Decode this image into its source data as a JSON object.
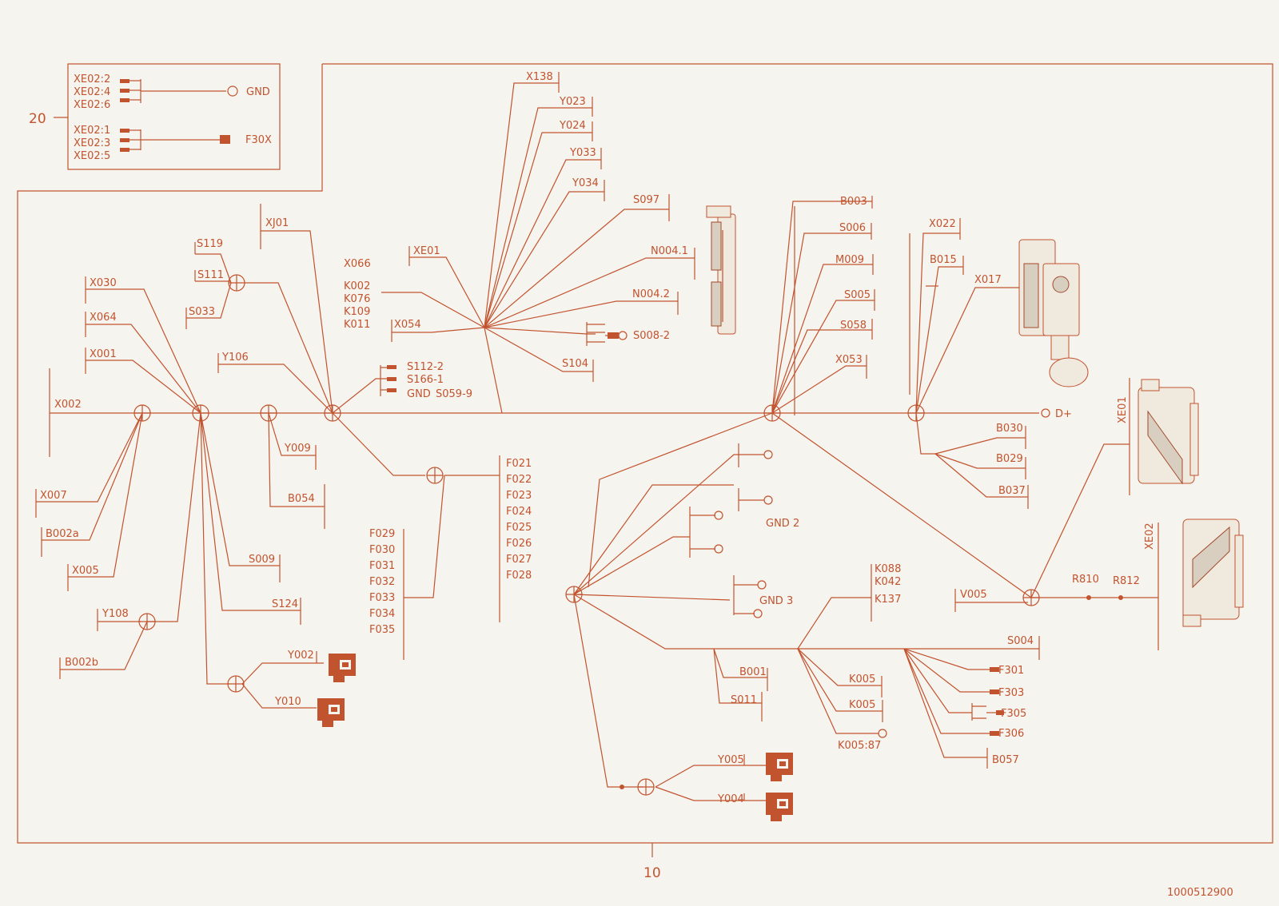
{
  "callouts": {
    "inset": "20",
    "main": "10"
  },
  "doc_number": "1000512900",
  "inset": {
    "pins_a": [
      "XE02:2",
      "XE02:4",
      "XE02:6"
    ],
    "gnd": "GND",
    "pins_b": [
      "XE02:1",
      "XE02:3",
      "XE02:5"
    ],
    "f30x": "F30X"
  },
  "labels": {
    "X138": "X138",
    "Y023": "Y023",
    "Y024": "Y024",
    "Y033": "Y033",
    "Y034": "Y034",
    "S097": "S097",
    "N004_1": "N004.1",
    "N004_2": "N004.2",
    "S008_2": "S008-2",
    "S104": "S104",
    "XE01": "XE01",
    "X066": "X066",
    "K002": "K002",
    "K076": "K076",
    "K109": "K109",
    "K011": "K011",
    "X054": "X054",
    "XJ01": "XJ01",
    "S119": "S119",
    "S111": "S111",
    "S033": "S033",
    "X030": "X030",
    "X064": "X064",
    "X001": "X001",
    "X002": "X002",
    "Y106": "Y106",
    "S112_2": "S112-2",
    "S166_1": "S166-1",
    "GND": "GND",
    "S059_9": "S059-9",
    "Y009": "Y009",
    "B054": "B054",
    "X007": "X007",
    "B002a": "B002a",
    "X005": "X005",
    "S009": "S009",
    "S124": "S124",
    "Y108": "Y108",
    "B002b": "B002b",
    "Y002": "Y002",
    "Y010": "Y010",
    "F021": "F021",
    "F022": "F022",
    "F023": "F023",
    "F024": "F024",
    "F025": "F025",
    "F026": "F026",
    "F027": "F027",
    "F028": "F028",
    "F029": "F029",
    "F030": "F030",
    "F031": "F031",
    "F032": "F032",
    "F033": "F033",
    "F034": "F034",
    "F035": "F035",
    "B003": "B003",
    "S006": "S006",
    "M009": "M009",
    "S005": "S005",
    "S058": "S058",
    "X053": "X053",
    "X022": "X022",
    "B015": "B015",
    "X017": "X017",
    "Dplus": "D+",
    "B030": "B030",
    "B029": "B029",
    "B037": "B037",
    "XE01_conn": "XE01",
    "XE02_conn": "XE02",
    "GND2": "GND 2",
    "GND3": "GND 3",
    "K088": "K088",
    "K042": "K042",
    "K137": "K137",
    "V005": "V005",
    "R810": "R810",
    "R812": "R812",
    "S004": "S004",
    "B001": "B001",
    "S011": "S011",
    "K005a": "K005",
    "K005b": "K005",
    "K005_87": "K005:87",
    "F301": "F301",
    "F303": "F303",
    "F305": "F305",
    "F306": "F306",
    "B057": "B057",
    "Y005": "Y005",
    "Y004": "Y004"
  },
  "colors": {
    "line": "#c2532f",
    "background": "#f6f4ee"
  }
}
